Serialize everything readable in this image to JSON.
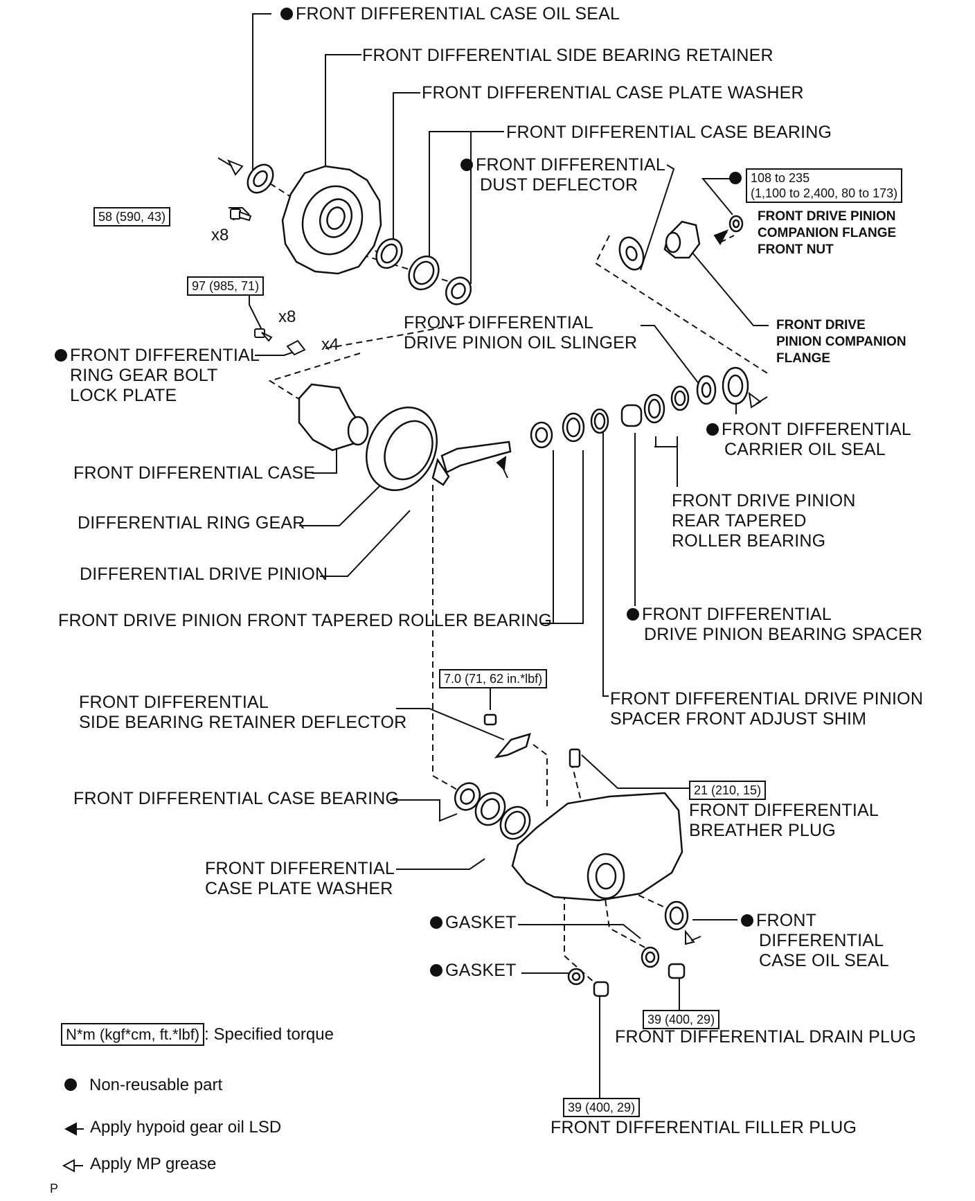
{
  "labels": {
    "case_oil_seal_top": "FRONT DIFFERENTIAL CASE OIL SEAL",
    "side_bearing_retainer": "FRONT DIFFERENTIAL SIDE BEARING RETAINER",
    "case_plate_washer_top": "FRONT DIFFERENTIAL CASE PLATE WASHER",
    "case_bearing_top": "FRONT DIFFERENTIAL CASE BEARING",
    "dust_deflector_1": "FRONT DIFFERENTIAL",
    "dust_deflector_2": "DUST DEFLECTOR",
    "companion_nut_1": "FRONT DRIVE PINION",
    "companion_nut_2": "COMPANION FLANGE",
    "companion_nut_3": "FRONT NUT",
    "companion_flange_1": "FRONT DRIVE",
    "companion_flange_2": "PINION COMPANION",
    "companion_flange_3": "FLANGE",
    "oil_slinger_1": "FRONT DIFFERENTIAL",
    "oil_slinger_2": "DRIVE PINION OIL SLINGER",
    "lock_plate_1": "FRONT DIFFERENTIAL",
    "lock_plate_2": "RING GEAR BOLT",
    "lock_plate_3": "LOCK PLATE",
    "carrier_oil_seal_1": "FRONT DIFFERENTIAL",
    "carrier_oil_seal_2": "CARRIER OIL SEAL",
    "diff_case": "FRONT DIFFERENTIAL CASE",
    "ring_gear": "DIFFERENTIAL RING GEAR",
    "drive_pinion": "DIFFERENTIAL DRIVE PINION",
    "rear_bearing_1": "FRONT DRIVE PINION",
    "rear_bearing_2": "REAR TAPERED",
    "rear_bearing_3": "ROLLER BEARING",
    "front_bearing": "FRONT DRIVE PINION FRONT TAPERED ROLLER BEARING",
    "bearing_spacer_1": "FRONT DIFFERENTIAL",
    "bearing_spacer_2": "DRIVE PINION BEARING SPACER",
    "adjust_shim_1": "FRONT DIFFERENTIAL DRIVE PINION",
    "adjust_shim_2": "SPACER FRONT ADJUST SHIM",
    "retainer_deflector_1": "FRONT DIFFERENTIAL",
    "retainer_deflector_2": "SIDE BEARING RETAINER DEFLECTOR",
    "case_bearing_bottom": "FRONT DIFFERENTIAL CASE BEARING",
    "breather_plug_1": "FRONT DIFFERENTIAL",
    "breather_plug_2": "BREATHER PLUG",
    "case_plate_washer_bottom_1": "FRONT DIFFERENTIAL",
    "case_plate_washer_bottom_2": "CASE PLATE WASHER",
    "gasket_upper": "GASKET",
    "gasket_lower": "GASKET",
    "case_oil_seal_bottom_1": "FRONT",
    "case_oil_seal_bottom_2": "DIFFERENTIAL",
    "case_oil_seal_bottom_3": "CASE OIL SEAL",
    "drain_plug": "FRONT DIFFERENTIAL DRAIN PLUG",
    "filler_plug": "FRONT DIFFERENTIAL FILLER PLUG"
  },
  "torques": {
    "retainer_bolts": "58 (590, 43)",
    "ring_gear_bolts": "97 (985, 71)",
    "companion_nut_1": "108 to 235",
    "companion_nut_2": "(1,100 to 2,400, 80 to 173)",
    "deflector_bolt": "7.0 (71, 62 in.*lbf)",
    "breather_plug": "21 (210, 15)",
    "drain_plug": "39 (400, 29)",
    "filler_plug": "39 (400, 29)"
  },
  "multipliers": {
    "retainer_bolts": "x8",
    "ring_gear_bolts": "x8",
    "lock_plates": "x4"
  },
  "legend": {
    "torque_box": "N*m (kgf*cm, ft.*lbf)",
    "torque_text": ": Specified torque",
    "nonreusable": "Non-reusable part",
    "hypoid": "Apply hypoid gear oil LSD",
    "mp_grease": "Apply MP grease"
  },
  "footer_code": "P"
}
